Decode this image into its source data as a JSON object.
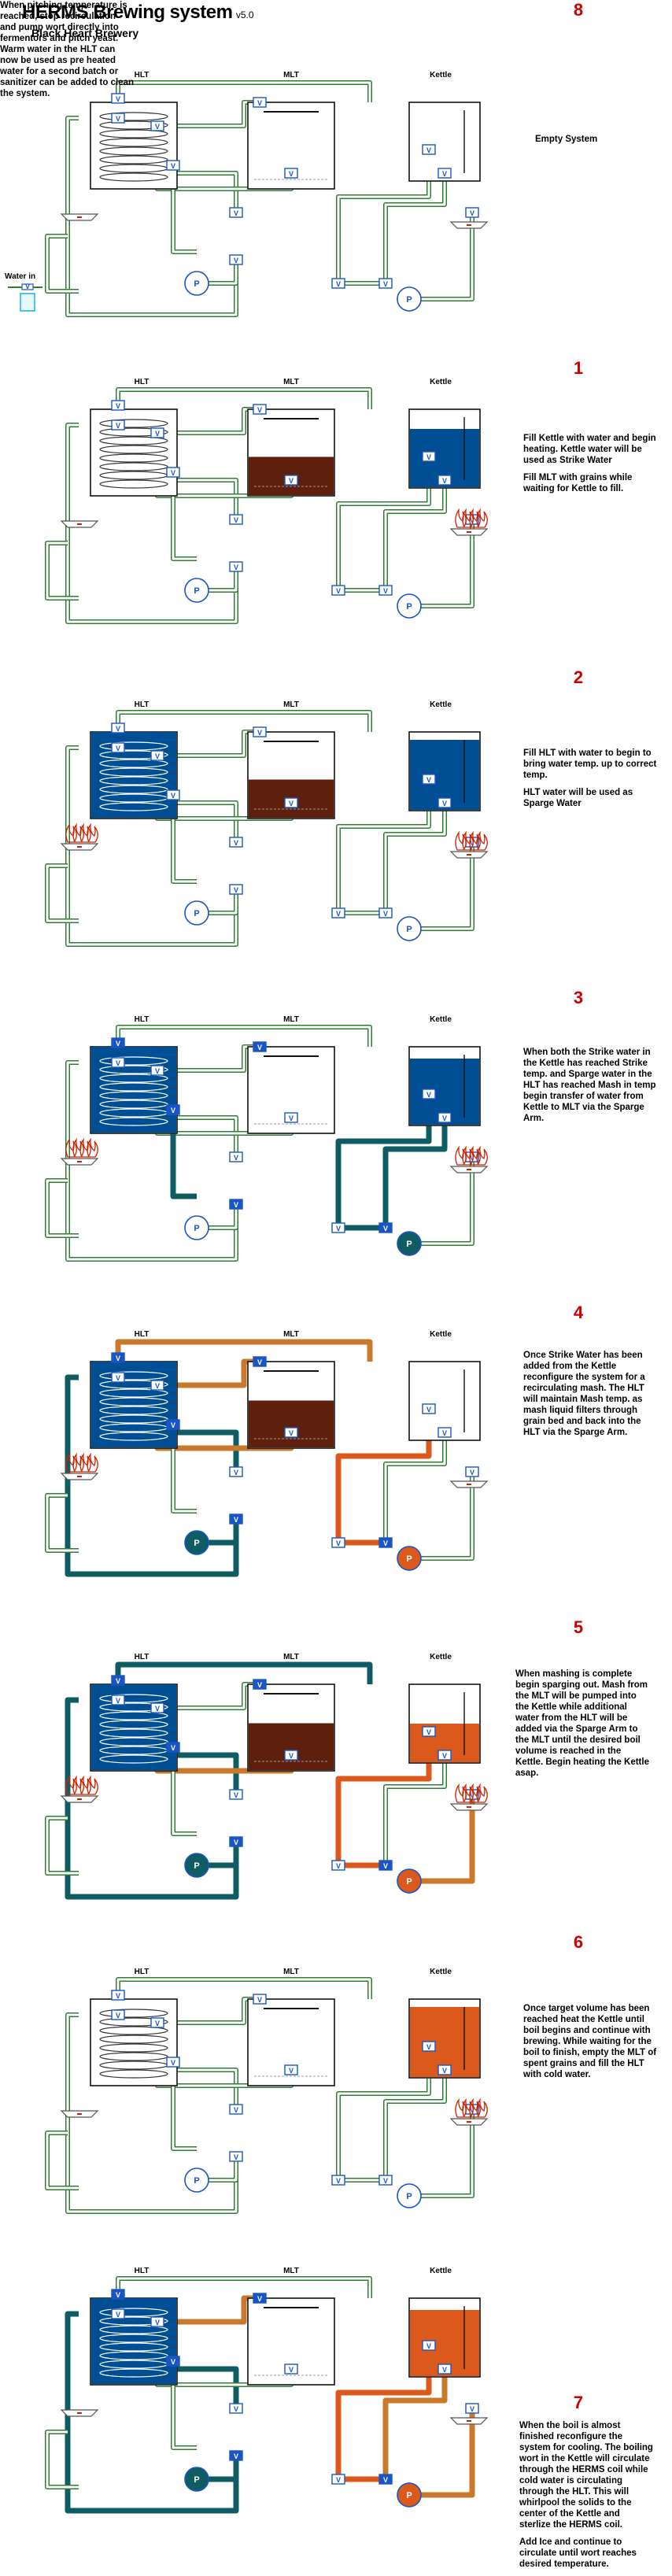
{
  "header": {
    "title": "HERMS Brewing system",
    "version": "v5.0",
    "subtitle": "Black Heart Brewery"
  },
  "vessel_labels": {
    "hlt": "HLT",
    "mlt": "MLT",
    "kettle": "Kettle"
  },
  "valve_label": "V",
  "pump_label": "P",
  "water_in": {
    "label": "Water in",
    "valve": "V"
  },
  "colors": {
    "hot_water": "#004e93",
    "cold_water": "#ffffff",
    "wort": "#db5a1b",
    "mash": "#5e200c",
    "pipe_idle_edge": "#2e7d32",
    "pipe_active_teal": "#0f5d63",
    "pipe_active_orange": "#c9792b",
    "valve_blue": "#1a55c8",
    "heater": "#cc2200"
  },
  "stages": [
    {
      "number": "",
      "desc": [
        "Empty System"
      ]
    },
    {
      "number": "1",
      "desc": [
        "Fill Kettle with water and begin heating. Kettle water will be used as Strike Water",
        "Fill MLT with grains while waiting for Kettle to fill."
      ]
    },
    {
      "number": "2",
      "desc": [
        "Fill HLT with water to begin to bring water temp. up to correct temp.",
        "HLT water will be used as Sparge Water"
      ]
    },
    {
      "number": "3",
      "desc": [
        "When both the Strike water in the Kettle has reached Strike temp. and Sparge water in the HLT has reached Mash in temp begin transfer of water from Kettle to MLT via the Sparge Arm."
      ]
    },
    {
      "number": "4",
      "desc": [
        "Once Strike Water has been added from the Kettle reconfigure the system for a recirculating mash. The HLT will maintain Mash temp. as mash liquid filters through grain bed and back into the HLT via the Sparge Arm."
      ]
    },
    {
      "number": "5",
      "desc": [
        "When mashing is complete begin sparging out. Mash from the MLT will be pumped into the Kettle while additional water from the HLT will be added via the Sparge Arm to the MLT until the desired boil volume is reached in the Kettle. Begin heating the Kettle asap."
      ]
    },
    {
      "number": "6",
      "desc": [
        "Once target volume has been reached heat the Kettle until boil begins and continue with brewing. While waiting for the boil to finish, empty the MLT of spent grains and fill the HLT with cold water."
      ]
    },
    {
      "number": "7",
      "desc": [
        "When the boil is almost finished reconfigure the system for cooling. The boiling wort in the Kettle will circulate through the HERMS coil while cold water is circulating through the HLT. This will whirlpool the solids to the center of the Kettle and sterlize the HERMS coil.",
        "Add Ice and continue to circulate until wort reaches desired temperature."
      ]
    },
    {
      "number": "8",
      "desc": [
        "When pitching temperature is reached, stop recirculation and pump wort directly into fermentors and pitch yeast. Warm water in the HLT can now be used as pre heated water for a second batch or sanitizer can be added to clean the system."
      ]
    }
  ],
  "diagrams": [
    {
      "hlt": 0,
      "mlt": 0,
      "kettle": 0,
      "hlt_fill": "",
      "mlt_fill": "",
      "kettle_fill": "",
      "hlt_fire": 0,
      "kettle_fire": 0,
      "flow": "none"
    },
    {
      "hlt": 0,
      "mlt": 0.45,
      "kettle": 0.75,
      "hlt_fill": "",
      "mlt_fill": "mash",
      "kettle_fill": "hot",
      "hlt_fire": 0,
      "kettle_fire": 1,
      "flow": "none"
    },
    {
      "hlt": 1,
      "mlt": 0.45,
      "kettle": 0.9,
      "hlt_fill": "hot",
      "mlt_fill": "mash",
      "kettle_fill": "hot",
      "hlt_fire": 1,
      "kettle_fire": 1,
      "flow": "none"
    },
    {
      "hlt": 1,
      "mlt": 0,
      "kettle": 0.85,
      "hlt_fill": "hot",
      "mlt_fill": "",
      "kettle_fill": "hot",
      "hlt_fire": 1,
      "kettle_fire": 1,
      "flow": "strike"
    },
    {
      "hlt": 1,
      "mlt": 0.55,
      "kettle": 0,
      "hlt_fill": "hot",
      "mlt_fill": "mash",
      "kettle_fill": "",
      "hlt_fire": 1,
      "kettle_fire": 0,
      "flow": "mash"
    },
    {
      "hlt": 1,
      "mlt": 0.55,
      "kettle": 0.5,
      "hlt_fill": "hot",
      "mlt_fill": "mash",
      "kettle_fill": "wort",
      "hlt_fire": 1,
      "kettle_fire": 1,
      "flow": "sparge"
    },
    {
      "hlt": 0,
      "mlt": 0,
      "kettle": 0.9,
      "hlt_fill": "",
      "mlt_fill": "",
      "kettle_fill": "wort",
      "hlt_fire": 0,
      "kettle_fire": 1,
      "flow": "none"
    },
    {
      "hlt": 1,
      "mlt": 0,
      "kettle": 0.85,
      "hlt_fill": "hot",
      "mlt_fill": "",
      "kettle_fill": "wort",
      "hlt_fire": 0,
      "kettle_fire": 0,
      "flow": "cool"
    }
  ]
}
